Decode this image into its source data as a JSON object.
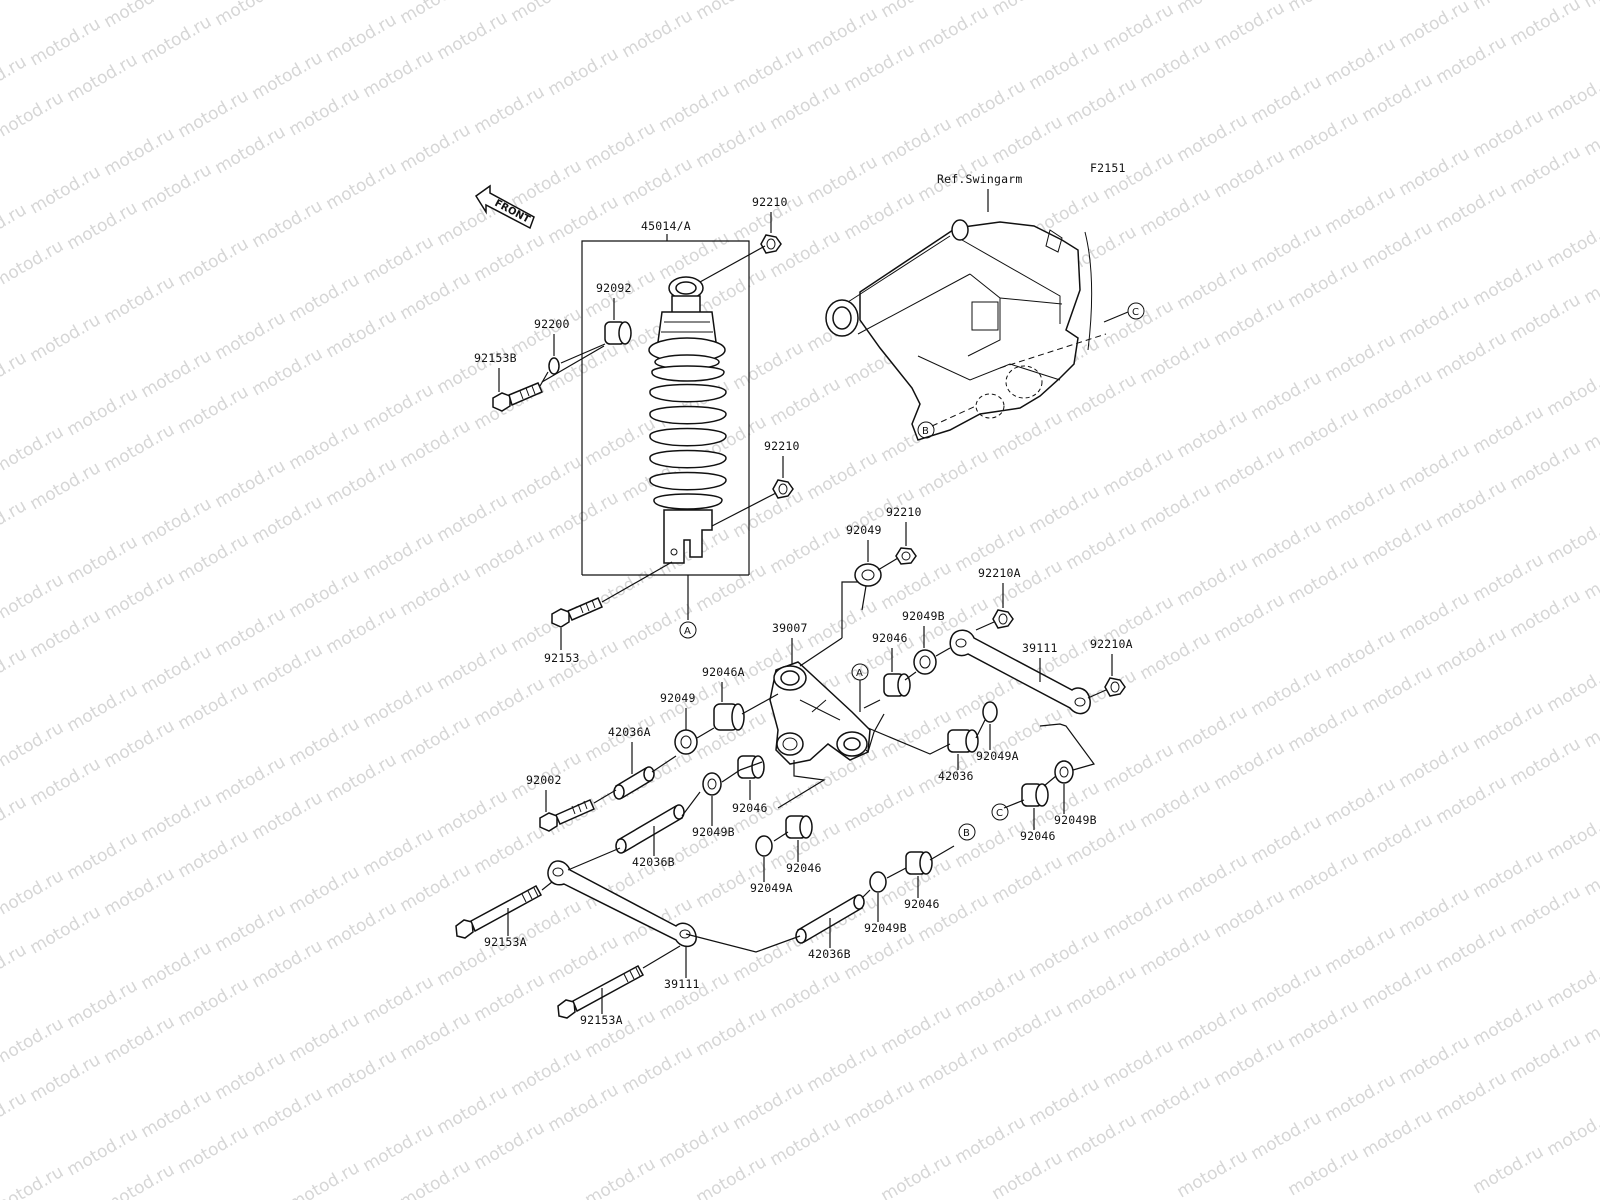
{
  "watermark": "motod.ru",
  "diagram_code": "F2151",
  "ref_label": "Ref.Swingarm",
  "front_label": "FRONT",
  "callouts": {
    "a": "A",
    "b": "B",
    "c": "C"
  },
  "part_numbers": {
    "shock_absorber": "45014/A",
    "nut_top": "92210",
    "nut_bottom": "92210",
    "bushing_top": "92092",
    "washer_top": "92200",
    "bolt_top": "92153B",
    "bolt_shock_bottom": "92153",
    "rocker_arm": "39007",
    "seal_rocker_top": "92049",
    "nut_rocker_top": "92210",
    "nut_rod_a_top": "92210A",
    "nut_rod_a_bottom": "92210A",
    "rod_right": "39111",
    "seal_b_right_top": "92049B",
    "bearing_right_top": "92046",
    "bearing_rocker_left": "92046A",
    "seal_rocker_left": "92049",
    "collar_a": "42036A",
    "bolt_rocker": "92002",
    "collar_b_left": "42036B",
    "seal_b_left": "92049B",
    "bearing_left_mid": "92046",
    "bearing_left_low": "92046",
    "seal_a_left": "92049A",
    "collar_right_mid": "42036",
    "seal_a_right": "92049A",
    "bearing_c": "92046",
    "seal_b_c": "92049B",
    "bearing_b": "92046",
    "seal_b_b": "92049B",
    "collar_b_bottom": "42036B",
    "bolt_long_top": "92153A",
    "rod_left": "39111",
    "bolt_long_bottom": "92153A"
  }
}
